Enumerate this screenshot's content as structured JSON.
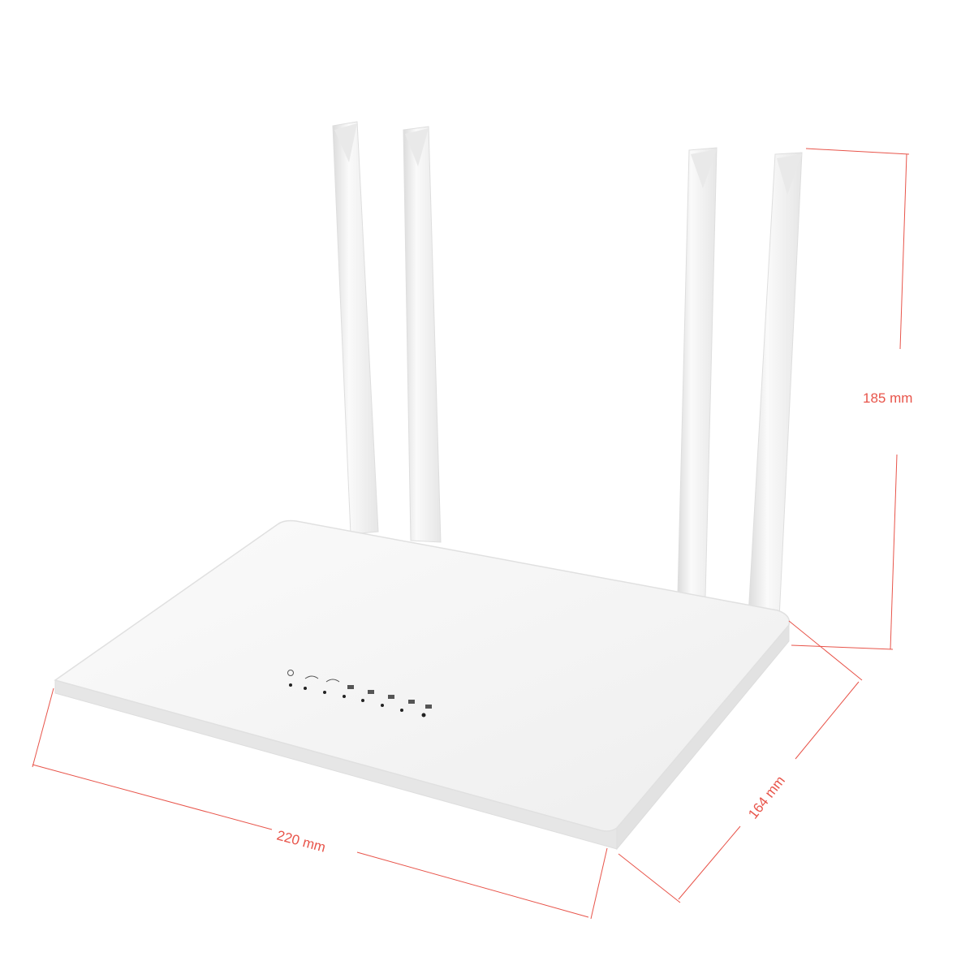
{
  "colors": {
    "background": "#ffffff",
    "router_top": "#f6f6f6",
    "router_edge": "#e4e4e4",
    "antenna": "#f4f4f4",
    "antenna_shadow": "#d9d9d9",
    "dimension": "#e8544a",
    "led": "#222222"
  },
  "dimensions": {
    "height": "185 mm",
    "width": "220 mm",
    "depth": "164 mm"
  },
  "icons": {
    "indicators": [
      "power-icon",
      "wifi-icon",
      "wan-port-icon",
      "lan-port-icon",
      "lan-port-icon",
      "lan-port-icon",
      "lan-port-icon"
    ]
  }
}
